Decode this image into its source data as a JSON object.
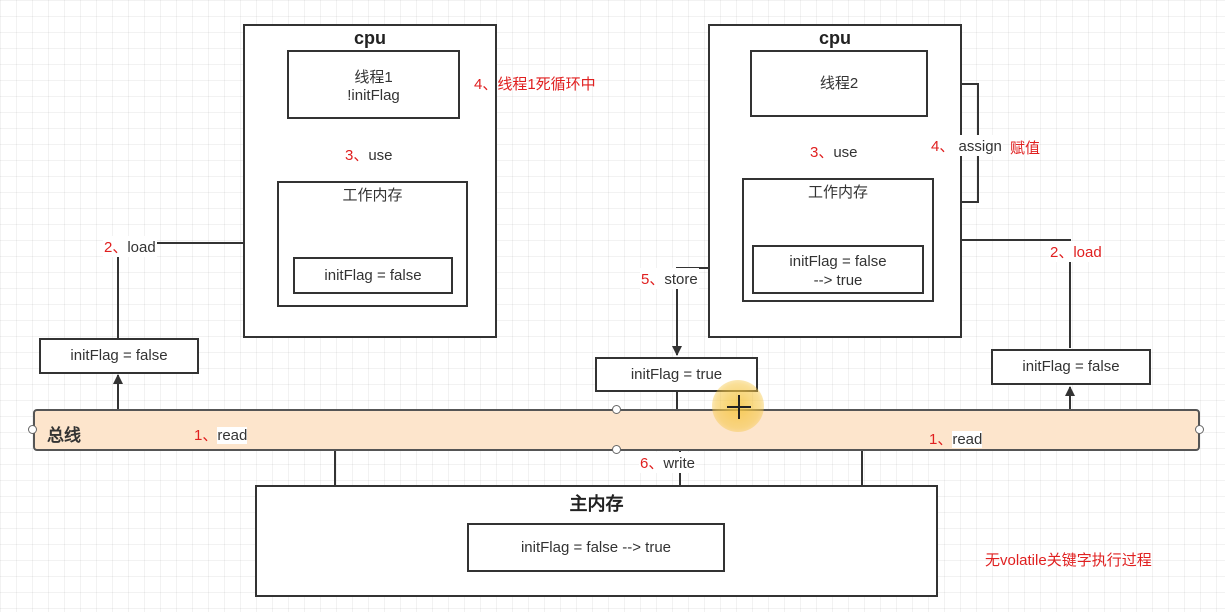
{
  "cpu_left": {
    "title": "cpu",
    "thread_line1": "线程1",
    "thread_line2": "!initFlag",
    "working_memory_title": "工作内存",
    "working_value": "initFlag = false"
  },
  "cpu_right": {
    "title": "cpu",
    "thread": "线程2",
    "working_memory_title": "工作内存",
    "working_value_line1": "initFlag = false",
    "working_value_line2": "--> true"
  },
  "labels": {
    "left_load_num": "2、",
    "left_load": "load",
    "left_use_num": "3、",
    "left_use": "use",
    "left_loop_note": "4、线程1死循环中",
    "right_use_num": "3、",
    "right_use": "use",
    "right_assign_num": "4、",
    "right_assign": "assign",
    "right_assign_note": "赋值",
    "right_load_num": "2、",
    "right_load": "load",
    "store_num": "5、",
    "store": "store",
    "write_num": "6、",
    "write": "write",
    "left_read_num": "1、",
    "left_read": "read",
    "right_read_num": "1、",
    "right_read": "read"
  },
  "bus_values": {
    "left": "initFlag = false",
    "middle": "initFlag =  true",
    "right": "initFlag = false"
  },
  "bus": {
    "label": "总线"
  },
  "main_memory": {
    "title": "主内存",
    "value": "initFlag = false --> true"
  },
  "caption": "无volatile关键字执行过程",
  "colors": {
    "annotation": "#e02020",
    "bus_fill": "#fde5cc",
    "cursor_highlight": "#f5c542"
  }
}
